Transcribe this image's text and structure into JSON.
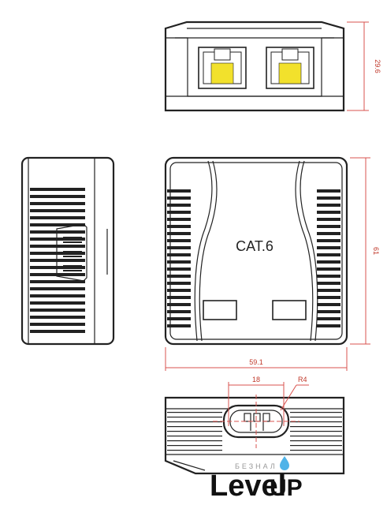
{
  "front_label": "CAT.6",
  "dimensions": {
    "height_top": "29.6",
    "height_front": "61",
    "width_front": "59.1",
    "bottom_width": "18",
    "bottom_radius": "R4"
  },
  "logo": {
    "small": "БЕЗНАЛ",
    "main": "Level",
    "accent": "UP"
  },
  "colors": {
    "jack_latch": "#f2e12c",
    "dimension": "#d9534f",
    "outline": "#222222"
  }
}
